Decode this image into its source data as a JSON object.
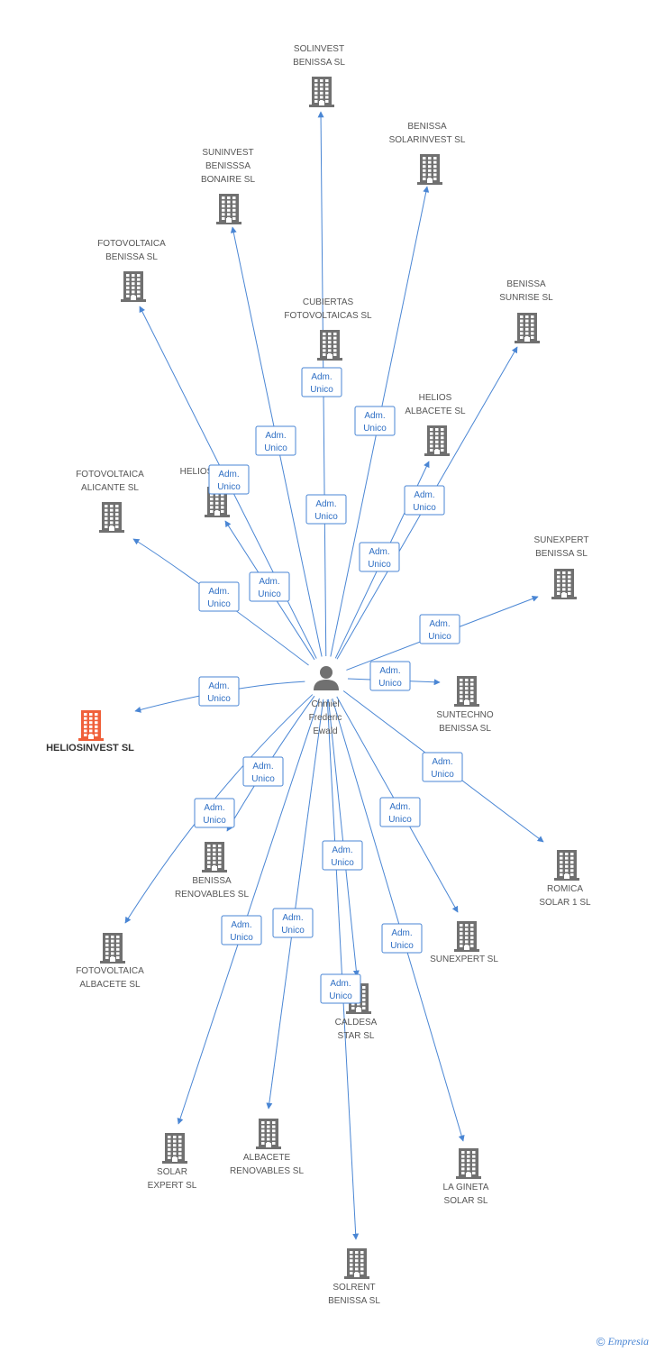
{
  "colors": {
    "edge": "#4a86d4",
    "building": "#707070",
    "building_highlight": "#f0603a",
    "person": "#707070"
  },
  "center": {
    "lines": [
      "Chmiel",
      "Frederic",
      "Ewald"
    ],
    "icon": "person-icon"
  },
  "edge_label": [
    "Adm.",
    "Unico"
  ],
  "companies": [
    {
      "id": "solinvest-benissa",
      "lines": [
        "SOLINVEST",
        "BENISSA SL"
      ]
    },
    {
      "id": "benissa-solarinvest",
      "lines": [
        "BENISSA",
        "SOLARINVEST SL"
      ]
    },
    {
      "id": "suninvest-benisssa-bonaire",
      "lines": [
        "SUNINVEST",
        "BENISSSA",
        "BONAIRE SL"
      ]
    },
    {
      "id": "fotovoltaica-benissa",
      "lines": [
        "FOTOVOLTAICA",
        "BENISSA SL"
      ]
    },
    {
      "id": "cubiertas-fotovoltaicas",
      "lines": [
        "CUBIERTAS",
        "FOTOVOLTAICAS SL"
      ]
    },
    {
      "id": "benissa-sunrise",
      "lines": [
        "BENISSA",
        "SUNRISE SL"
      ]
    },
    {
      "id": "helios-albacete",
      "lines": [
        "HELIOS",
        "ALBACETE SL"
      ]
    },
    {
      "id": "helios",
      "lines": [
        "HELIOS"
      ]
    },
    {
      "id": "fotovoltaica-alicante",
      "lines": [
        "FOTOVOLTAICA",
        "ALICANTE SL"
      ]
    },
    {
      "id": "sunexpert-benissa",
      "lines": [
        "SUNEXPERT",
        "BENISSA SL"
      ]
    },
    {
      "id": "heliosinvest",
      "lines": [
        "HELIOSINVEST SL"
      ],
      "highlight": true
    },
    {
      "id": "suntechno-benissa",
      "lines": [
        "SUNTECHNO",
        "BENISSA SL"
      ]
    },
    {
      "id": "benissa-renovables",
      "lines": [
        "BENISSA",
        "RENOVABLES SL"
      ]
    },
    {
      "id": "romica-solar-1",
      "lines": [
        "ROMICA",
        "SOLAR 1 SL"
      ]
    },
    {
      "id": "fotovoltaica-albacete",
      "lines": [
        "FOTOVOLTAICA",
        "ALBACETE SL"
      ]
    },
    {
      "id": "sunexpert",
      "lines": [
        "SUNEXPERT SL"
      ]
    },
    {
      "id": "caldesa-star",
      "lines": [
        "CALDESA",
        "STAR SL"
      ]
    },
    {
      "id": "solar-expert",
      "lines": [
        "SOLAR",
        "EXPERT SL"
      ]
    },
    {
      "id": "albacete-renovables",
      "lines": [
        "ALBACETE",
        "RENOVABLES SL"
      ]
    },
    {
      "id": "la-gineta-solar",
      "lines": [
        "LA GINETA",
        "SOLAR SL"
      ]
    },
    {
      "id": "solrent-benissa",
      "lines": [
        "SOLRENT",
        "BENISSA SL"
      ]
    }
  ],
  "footer": {
    "copyright": "©",
    "brand": "Empresia"
  }
}
